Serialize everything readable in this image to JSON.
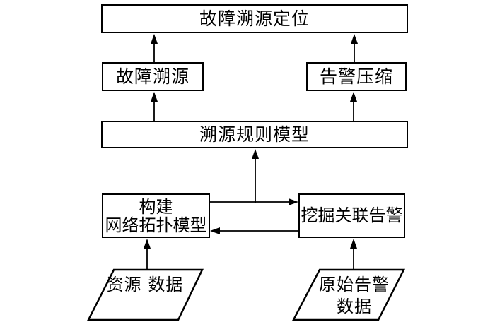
{
  "colors": {
    "ink": "#000000",
    "paper": "#ffffff"
  },
  "nodes": {
    "fault_location": {
      "label": "故障溯源定位"
    },
    "fault_trace": {
      "label": "故障溯源"
    },
    "alarm_compression": {
      "label": "告警压缩"
    },
    "rule_model": {
      "label": "溯源规则模型"
    },
    "build_topology": {
      "line1": "构建",
      "line2": "网络拓扑模型"
    },
    "mine_alarms": {
      "label": "挖掘关联告警"
    },
    "resource_data": {
      "line1": "资源",
      "line2": "数据"
    },
    "raw_alarm_data": {
      "line1": "原始告警",
      "line2": "数据"
    }
  },
  "edges": [
    {
      "from": "fault_trace",
      "to": "fault_location",
      "style": "arrow-up"
    },
    {
      "from": "alarm_compression",
      "to": "fault_location",
      "style": "arrow-up"
    },
    {
      "from": "rule_model",
      "to": "fault_trace",
      "style": "arrow-up"
    },
    {
      "from": "rule_model",
      "to": "alarm_compression",
      "style": "arrow-up"
    },
    {
      "from": "build_topology+mine_alarms",
      "to": "rule_model",
      "style": "arrow-up-from-junction"
    },
    {
      "from": "build_topology",
      "to": "mine_alarms",
      "style": "arrow-right"
    },
    {
      "from": "mine_alarms",
      "to": "build_topology",
      "style": "arrow-left"
    },
    {
      "from": "resource_data",
      "to": "build_topology",
      "style": "arrow-up"
    },
    {
      "from": "raw_alarm_data",
      "to": "mine_alarms",
      "style": "arrow-up"
    }
  ]
}
